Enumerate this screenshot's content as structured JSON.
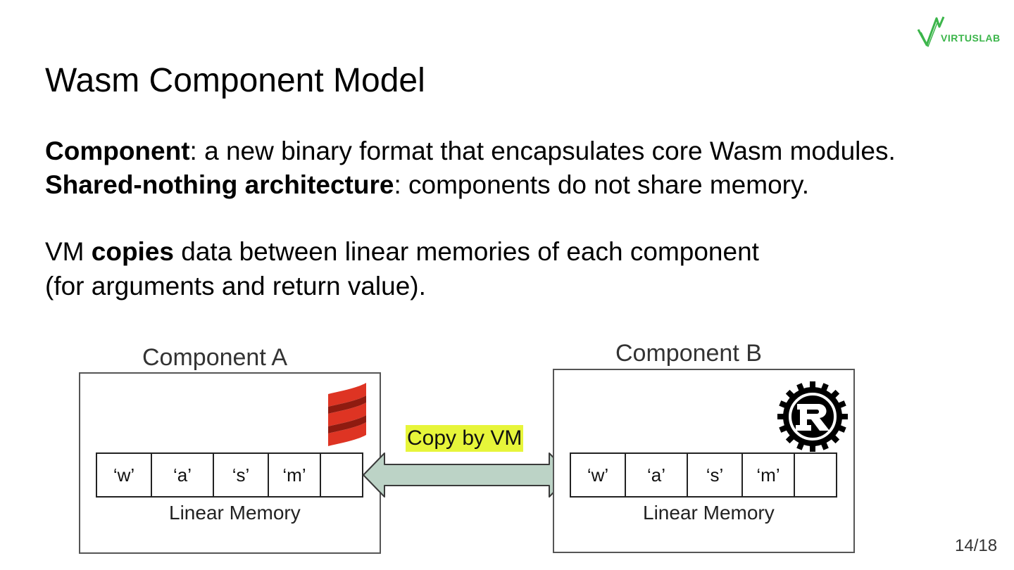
{
  "logo": {
    "text": "VIRTUSLAB",
    "color": "#3bb54a"
  },
  "slide": {
    "title": "Wasm Component Model",
    "lines": [
      {
        "bold": "Component",
        "rest": ": a new binary format that encapsulates core Wasm modules."
      },
      {
        "bold": "Shared-nothing architecture",
        "rest": ": components do not share memory."
      },
      {
        "pre": "VM ",
        "bold": "copies",
        "rest": " data between linear memories of each component"
      },
      {
        "text": "(for arguments and return value)."
      }
    ]
  },
  "diagram": {
    "component_a": {
      "label": "Component A",
      "memory_cells": [
        "‘w’",
        "‘a’",
        "‘s’",
        "‘m’",
        ""
      ],
      "memory_label": "Linear Memory",
      "logo_icon": "scala-logo-icon",
      "logo_color": "#de3423"
    },
    "component_b": {
      "label": "Component B",
      "memory_cells": [
        "‘w’",
        "‘a’",
        "‘s’",
        "‘m’",
        ""
      ],
      "memory_label": "Linear Memory",
      "logo_icon": "rust-logo-icon"
    },
    "copy_label": "Copy by VM",
    "copy_highlight_color": "#e7f53a",
    "arrow_icon": "double-arrow-icon",
    "arrow_color": "#bcd3c6"
  },
  "footer": {
    "page": "14/18"
  }
}
